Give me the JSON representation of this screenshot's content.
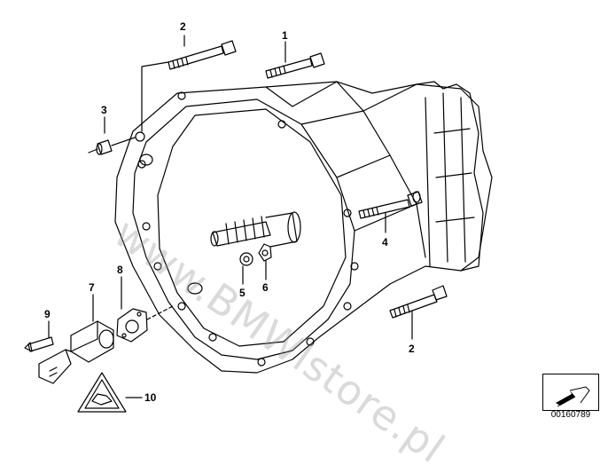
{
  "diagram": {
    "callouts": [
      "2",
      "1",
      "3",
      "4",
      "5",
      "6",
      "7",
      "8",
      "9",
      "2",
      "10"
    ],
    "watermark_text": "www.BMWlstore.pl",
    "part_code": "00160789",
    "nav_arrow_icon": "next-diagram-arrow-icon"
  }
}
